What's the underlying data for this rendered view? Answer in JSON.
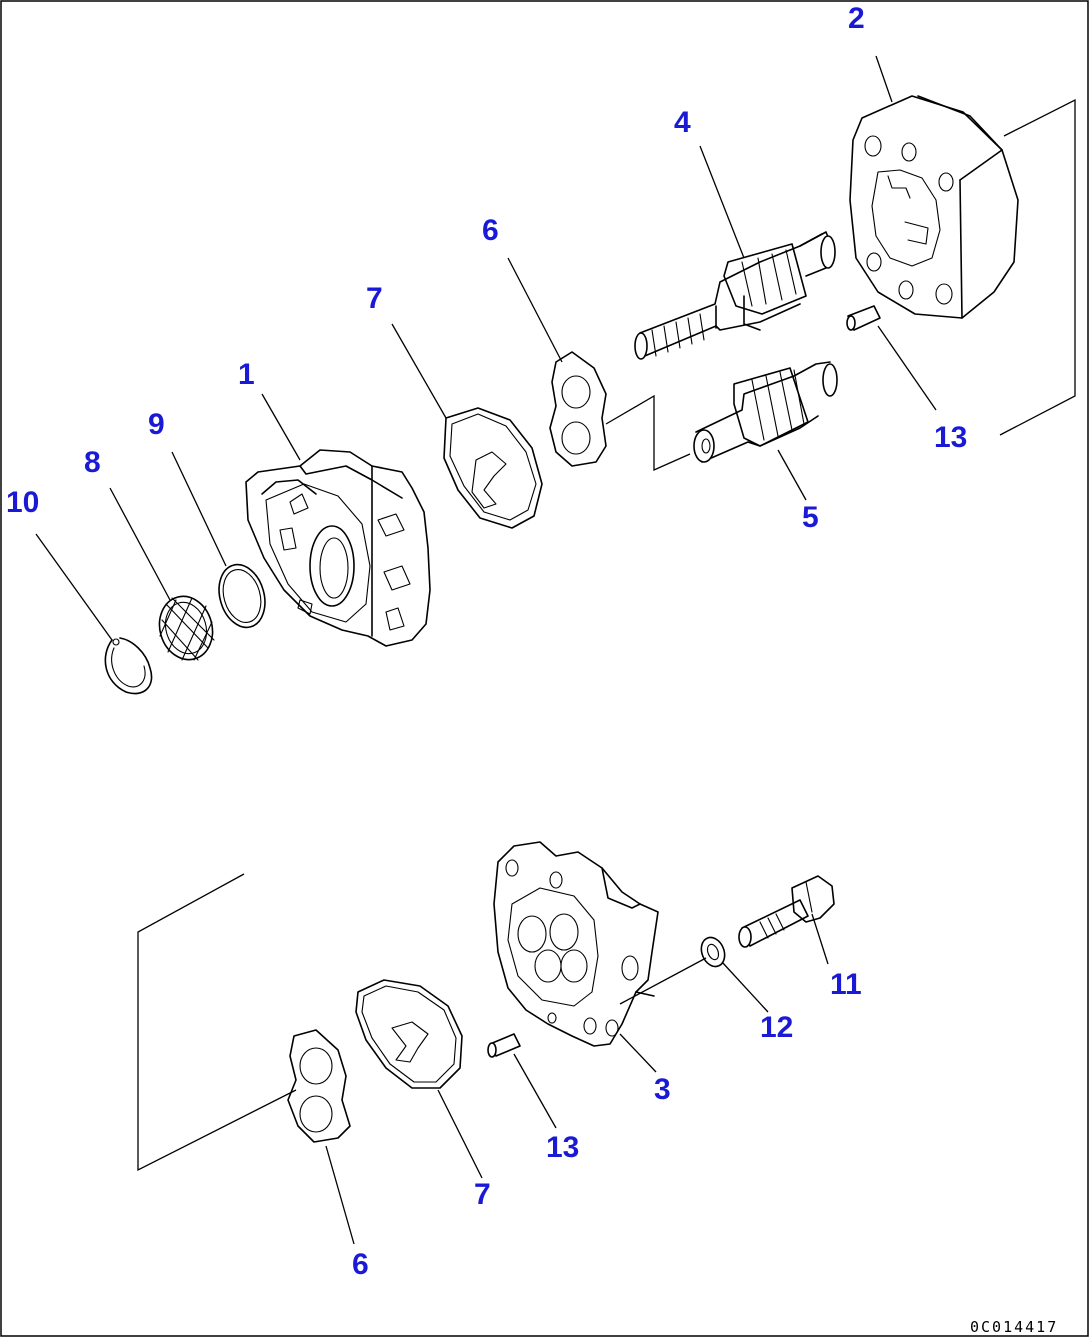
{
  "callouts": {
    "c1": "1",
    "c2": "2",
    "c3": "3",
    "c4": "4",
    "c5": "5",
    "c6a": "6",
    "c6b": "6",
    "c7a": "7",
    "c7b": "7",
    "c8": "8",
    "c9": "9",
    "c10": "10",
    "c11": "11",
    "c12": "12",
    "c13a": "13",
    "c13b": "13"
  },
  "drawing_code": "0C014417",
  "colors": {
    "callout": "#1a1ad6",
    "line": "#000000",
    "background": "#ffffff"
  }
}
